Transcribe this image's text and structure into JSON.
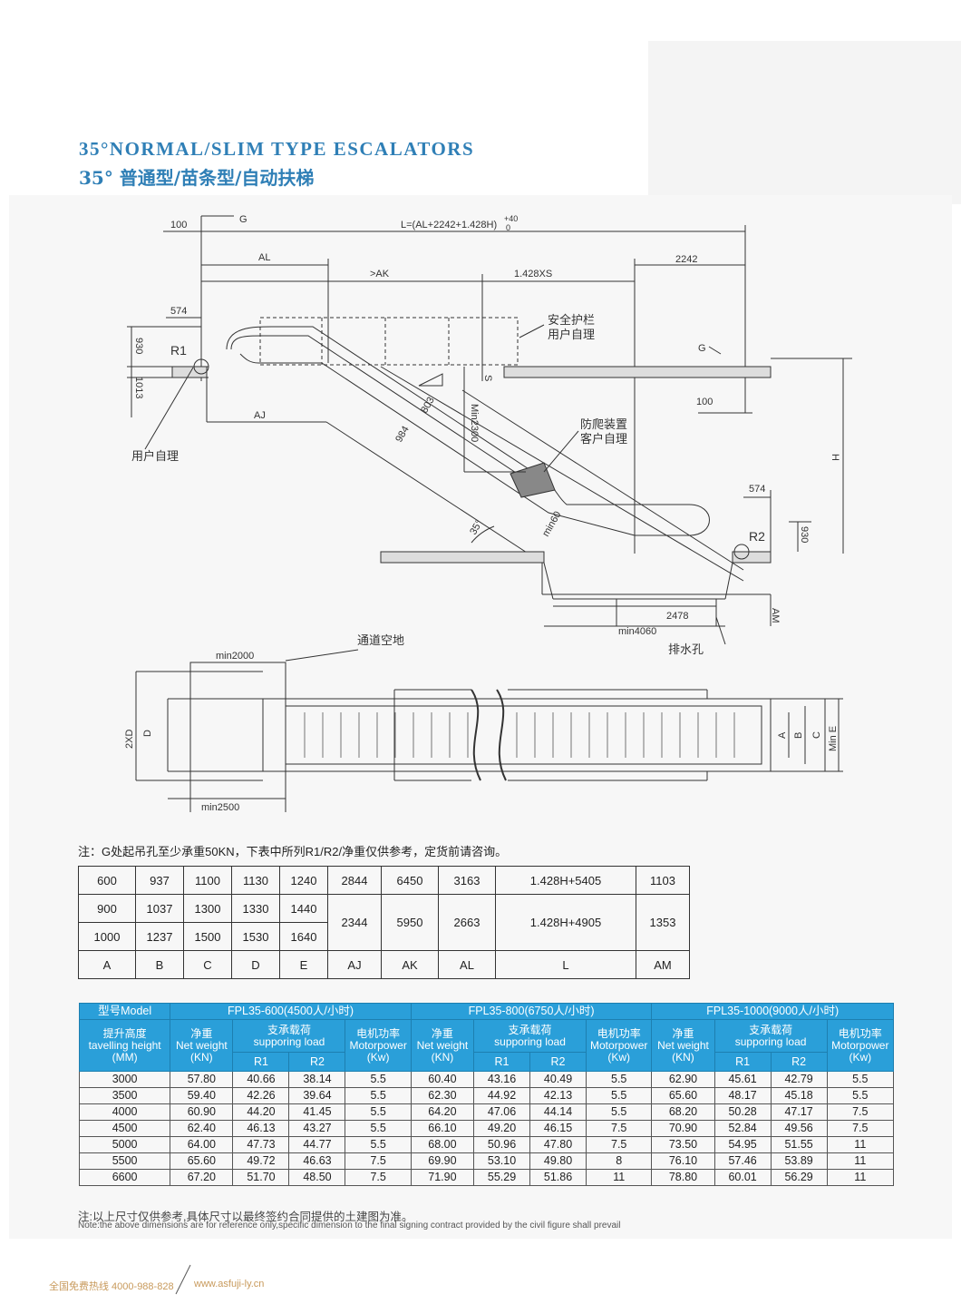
{
  "title_en": "35°NORMAL/SLIM TYPE ESCALATORS",
  "title_cn": "35° 普通型/苗条型/自动扶梯",
  "diagram": {
    "d100a": "100",
    "G_top": "G",
    "L_formula": "L=(AL+2242+1.428H)",
    "tol_plus": "+40",
    "tol_zero": "0",
    "AL": "AL",
    "AK": ">AK",
    "XS": "1.428XS",
    "d2242": "2242",
    "d574a": "574",
    "rail_cn1": "安全护栏",
    "rail_cn2": "用户自理",
    "R1": "R1",
    "d930a": "930",
    "d1013": "1013",
    "G_right": "G",
    "S": "S",
    "d100b": "100",
    "AJ": "AJ",
    "d803": "803",
    "d984": "984",
    "min2300": "Min2300",
    "user_cn": "用户自理",
    "anti_cn1": "防爬装置",
    "anti_cn2": "客户自理",
    "H": "H",
    "d574b": "574",
    "min60": "min60",
    "angle": "35°",
    "R2": "R2",
    "d930b": "930",
    "d2478": "2478",
    "AM": "AM",
    "min4060": "min4060",
    "drain_cn": "排水孔",
    "passage_cn": "通道空地",
    "min2000": "min2000",
    "XD2": "2XD",
    "D": "D",
    "A": "A",
    "B": "B",
    "C": "C",
    "MinE": "Min E",
    "min2500": "min2500"
  },
  "note_cn": "注：G处起吊孔至少承重50KN，下表中所列R1/R2/净重仅供参考，定货前请咨询。",
  "dims": {
    "rows": [
      [
        "600",
        "937",
        "1100",
        "1130",
        "1240"
      ],
      [
        "900",
        "1037",
        "1300",
        "1330",
        "1440"
      ],
      [
        "1000",
        "1237",
        "1500",
        "1530",
        "1640"
      ]
    ],
    "right_top": [
      "2844",
      "6450",
      "3163",
      "1.428H+5405",
      "1103"
    ],
    "right_merged": [
      "2344",
      "5950",
      "2663",
      "1.428H+4905",
      "1353"
    ],
    "header": [
      "A",
      "B",
      "C",
      "D",
      "E",
      "AJ",
      "AK",
      "AL",
      "L",
      "AM"
    ]
  },
  "spec": {
    "model_label": "型号Model",
    "models": [
      "FPL35-600(4500人/小时)",
      "FPL35-800(6750人/小时)",
      "FPL35-1000(9000人/小时)"
    ],
    "height_label": "提升高度\ntavelling height\n(MM)",
    "weight_label": "净重\nNet weight\n(KN)",
    "load_label": "支承载荷\nsupporing load",
    "power_label": "电机功率\nMotorpower\n(Kw)",
    "r1": "R1",
    "r2": "R2",
    "rows": [
      [
        "3000",
        "57.80",
        "40.66",
        "38.14",
        "5.5",
        "60.40",
        "43.16",
        "40.49",
        "5.5",
        "62.90",
        "45.61",
        "42.79",
        "5.5"
      ],
      [
        "3500",
        "59.40",
        "42.26",
        "39.64",
        "5.5",
        "62.30",
        "44.92",
        "42.13",
        "5.5",
        "65.60",
        "48.17",
        "45.18",
        "5.5"
      ],
      [
        "4000",
        "60.90",
        "44.20",
        "41.45",
        "5.5",
        "64.20",
        "47.06",
        "44.14",
        "5.5",
        "68.20",
        "50.28",
        "47.17",
        "7.5"
      ],
      [
        "4500",
        "62.40",
        "46.13",
        "43.27",
        "5.5",
        "66.10",
        "49.20",
        "46.15",
        "7.5",
        "70.90",
        "52.84",
        "49.56",
        "7.5"
      ],
      [
        "5000",
        "64.00",
        "47.73",
        "44.77",
        "5.5",
        "68.00",
        "50.96",
        "47.80",
        "7.5",
        "73.50",
        "54.95",
        "51.55",
        "11"
      ],
      [
        "5500",
        "65.60",
        "49.72",
        "46.63",
        "7.5",
        "69.90",
        "53.10",
        "49.80",
        "8",
        "76.10",
        "57.46",
        "53.89",
        "11"
      ],
      [
        "6600",
        "67.20",
        "51.70",
        "48.50",
        "7.5",
        "71.90",
        "55.29",
        "51.86",
        "11",
        "78.80",
        "60.01",
        "56.29",
        "11"
      ]
    ]
  },
  "note_cn2": "注:以上尺寸仅供参考,具体尺寸以最终签约合同提供的土建图为准。",
  "note_en": "Note:the above dimensions are for reference only,specific dimension to the final signing contract provided by the civil figure shall prevail",
  "footer": {
    "hotline": "全国免费热线 4000-988-828",
    "website": "www.asfuji-ly.cn"
  }
}
